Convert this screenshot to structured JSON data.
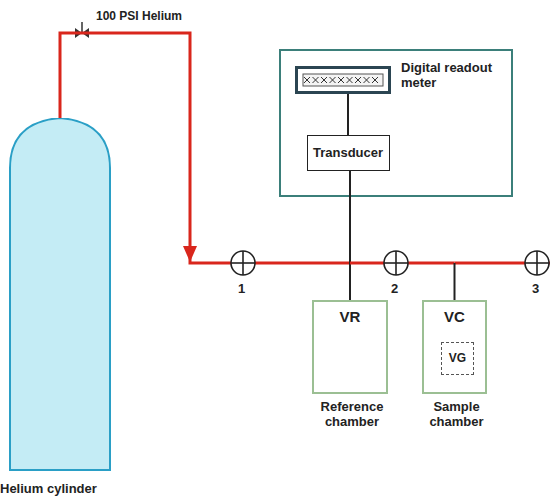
{
  "diagram": {
    "nodes": [
      {
        "text": [
          "Helium cylinder"
        ]
      },
      {
        "text": [
          "Digital readout meter"
        ]
      },
      {
        "text": [
          "Transducer"
        ]
      },
      {
        "text": [
          "VR",
          "Reference chamber"
        ]
      },
      {
        "text": [
          "VC",
          "Sample chamber"
        ]
      },
      {
        "text": [
          "VG"
        ],
        "in": 4
      }
    ],
    "edges": [
      {
        "from": 0,
        "to": 3,
        "arrow": "to"
      },
      {
        "from": 1,
        "to": 2,
        "arrow": "none"
      },
      {
        "from": 2,
        "to": 3,
        "arrow": "none"
      },
      {
        "from": 3,
        "to": 4,
        "arrow": "none"
      }
    ],
    "labels": [
      "100 PSI Helium",
      "1",
      "2",
      "3"
    ]
  }
}
